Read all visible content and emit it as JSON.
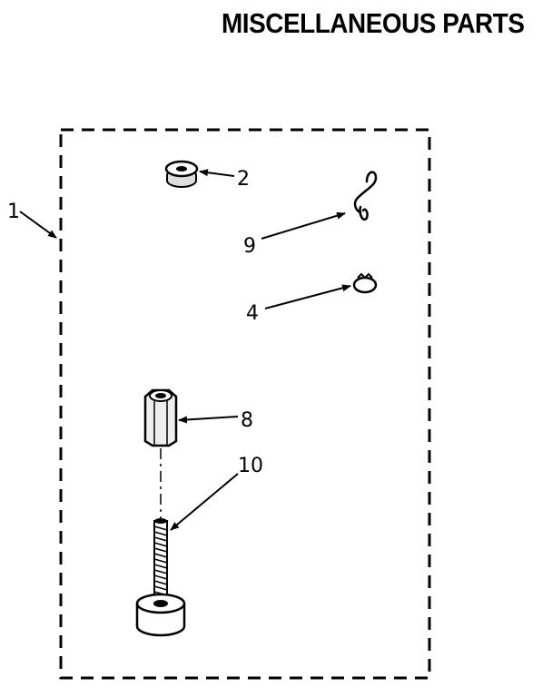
{
  "title": "MISCELLANEOUS PARTS",
  "callouts": {
    "kit": "1",
    "washer": "2",
    "ring": "4",
    "coupling_nut": "8",
    "hook": "9",
    "leveling_leg": "10"
  }
}
